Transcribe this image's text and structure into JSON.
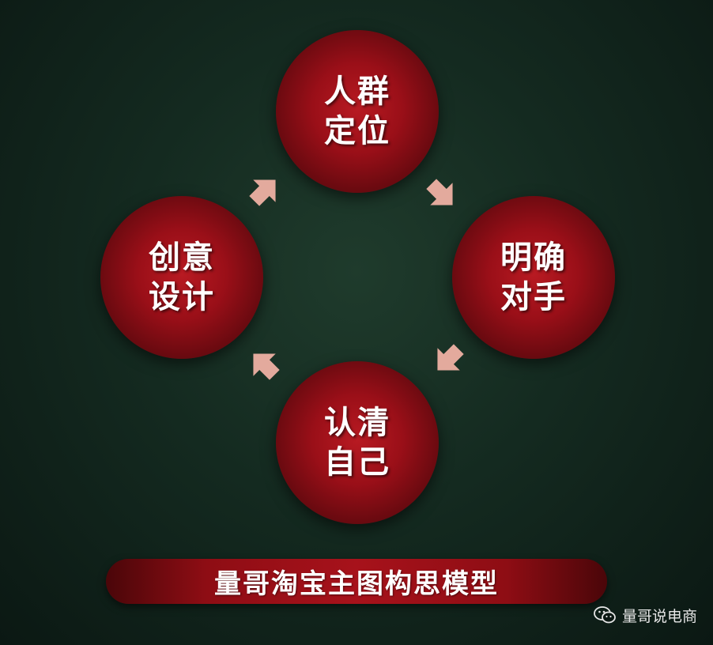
{
  "diagram": {
    "nodes": [
      {
        "id": "top",
        "line1": "人群",
        "line2": "定位"
      },
      {
        "id": "right",
        "line1": "明确",
        "line2": "对手"
      },
      {
        "id": "bottom",
        "line1": "认清",
        "line2": "自己"
      },
      {
        "id": "left",
        "line1": "创意",
        "line2": "设计"
      }
    ],
    "flow": "top -> right -> bottom -> left -> top",
    "arrow_color": "#e3aa9d",
    "node_color": "#9a0f18"
  },
  "title": "量哥淘宝主图构思模型",
  "watermark": {
    "icon": "wechat-icon",
    "text": "量哥说电商"
  }
}
